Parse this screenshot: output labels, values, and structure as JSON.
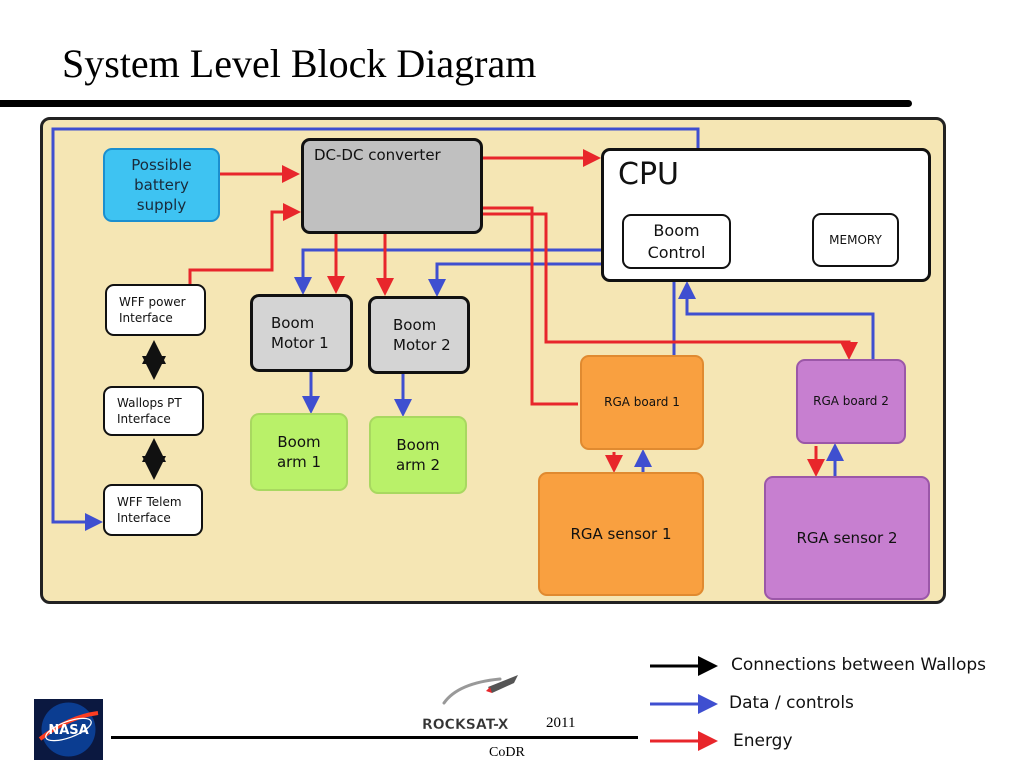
{
  "slide": {
    "title": "System Level Block Diagram"
  },
  "blocks": {
    "battery": [
      "Possible",
      "battery",
      "supply"
    ],
    "dcdc": "DC-DC converter",
    "cpu": "CPU",
    "boom_control": [
      "Boom",
      "Control"
    ],
    "memory": "MEMORY",
    "wff_power": [
      "WFF power",
      "Interface"
    ],
    "wallops_pt": [
      "Wallops PT",
      "Interface"
    ],
    "wff_telem": [
      "WFF Telem",
      "Interface"
    ],
    "boom_motor_1": [
      "Boom",
      "Motor 1"
    ],
    "boom_motor_2": [
      "Boom",
      "Motor 2"
    ],
    "boom_arm_1": [
      "Boom",
      "arm 1"
    ],
    "boom_arm_2": [
      "Boom",
      "arm 2"
    ],
    "rga_board_1": "RGA board 1",
    "rga_sensor_1": "RGA sensor 1",
    "rga_board_2": "RGA board 2",
    "rga_sensor_2": "RGA sensor 2"
  },
  "legend": [
    {
      "label": "Connections between Wallops",
      "color": "#000000"
    },
    {
      "label": "Data / controls",
      "color": "#3f4fd0"
    },
    {
      "label": "Energy",
      "color": "#e8262b"
    }
  ],
  "footer": {
    "logo_text": "NASA",
    "brand": "ROCKSAT-X",
    "year": "2011",
    "review": "CoDR"
  }
}
